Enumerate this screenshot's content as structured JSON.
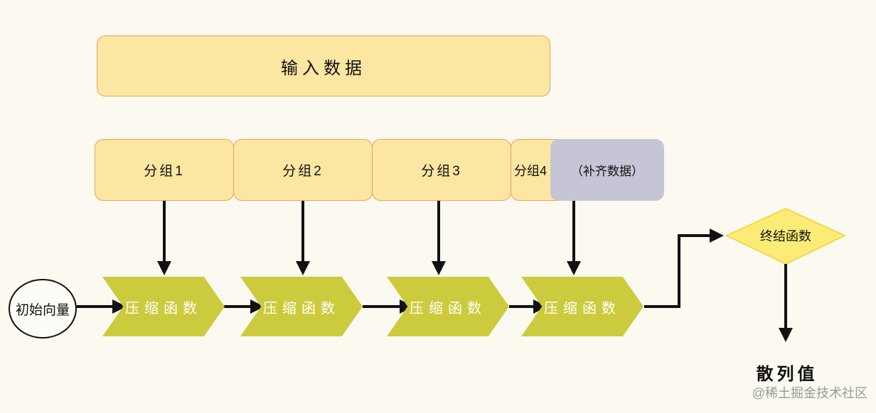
{
  "input": {
    "label": "输入数据"
  },
  "groups": [
    {
      "label": "分组1"
    },
    {
      "label": "分组2"
    },
    {
      "label": "分组3"
    },
    {
      "label": "分组4"
    }
  ],
  "padding": {
    "label": "（补齐数据）"
  },
  "initial_vector": {
    "label": "初始向量"
  },
  "compression": [
    {
      "label": "压缩函数"
    },
    {
      "label": "压缩函数"
    },
    {
      "label": "压缩函数"
    },
    {
      "label": "压缩函数"
    }
  ],
  "finalize": {
    "label": "终结函数"
  },
  "hash": {
    "label": "散列值"
  },
  "watermark": {
    "text": "@稀土掘金技术社区"
  },
  "colors": {
    "background": "#fbf9f0",
    "box_fill": "#fbe6a2",
    "box_border": "#f0a35a",
    "padding_fill": "#c6c5d6",
    "chevron_fill": "#cccb3d",
    "diamond_fill": "#fbec78",
    "diamond_border": "#f2d84a",
    "arrow": "#111111"
  }
}
